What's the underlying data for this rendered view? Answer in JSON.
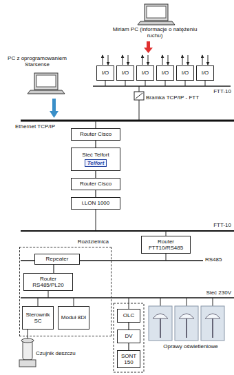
{
  "diagram": {
    "nodes": [
      {
        "text": [
          "I/O"
        ]
      },
      {
        "text": [
          "I/O"
        ]
      },
      {
        "text": [
          "I/O"
        ]
      },
      {
        "text": [
          "I/O"
        ]
      },
      {
        "text": [
          "I/O"
        ]
      },
      {
        "text": [
          "I/O"
        ]
      },
      {
        "text": [
          "Router Cisco"
        ]
      },
      {
        "text": [
          "Sieć Telfort",
          "Telfort"
        ]
      },
      {
        "text": [
          "Router Cisco"
        ]
      },
      {
        "text": [
          "i.LON 1000"
        ]
      },
      {
        "text": [
          "Router FTT10/RS485"
        ]
      },
      {
        "text": [
          "Rozdzielnica"
        ]
      },
      {
        "text": [
          "Repeater"
        ],
        "in": 11
      },
      {
        "text": [
          "Router RS485/PL20"
        ],
        "in": 11
      },
      {
        "text": [
          "Sterownik SC"
        ],
        "in": 11
      },
      {
        "text": [
          "Moduł 8DI"
        ],
        "in": 11
      },
      {
        "text": [
          "OLC"
        ]
      },
      {
        "text": [
          "DV"
        ]
      },
      {
        "text": [
          "SONT 150"
        ]
      }
    ],
    "edges": [
      {
        "from": 6,
        "to": 7,
        "arrow": "none"
      },
      {
        "from": 7,
        "to": 8,
        "arrow": "none"
      },
      {
        "from": 8,
        "to": 9,
        "arrow": "none"
      },
      {
        "from": 12,
        "to": 13,
        "arrow": "none"
      },
      {
        "from": 16,
        "to": 17,
        "arrow": "none"
      },
      {
        "from": 17,
        "to": 18,
        "arrow": "none"
      }
    ],
    "labels": [
      "Miriam PC (informacje o natężeniu ruchu)",
      "PC z oprogramowaniem Starsense",
      "FTT-10",
      "Bramka TCP/IP - FTT",
      "Ethernet TCP/IP",
      "FTT-10",
      "RS485",
      "Sieć 230V",
      "Czujnik deszczu",
      "Oprawy oświetleniowe"
    ]
  }
}
